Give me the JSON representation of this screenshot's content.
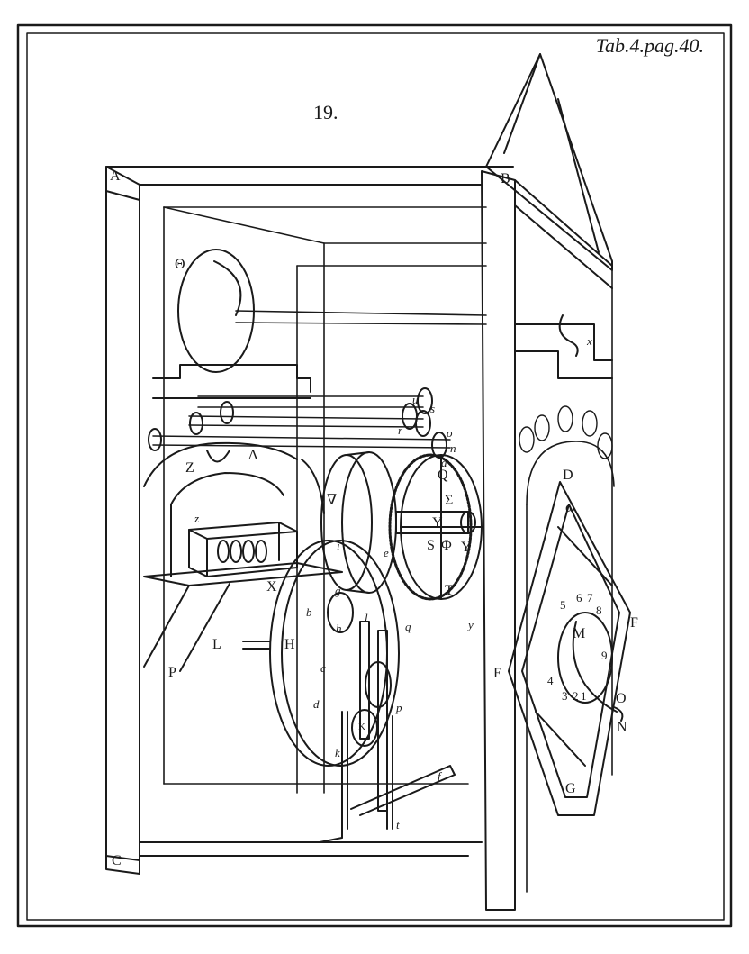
{
  "plate": {
    "reference": "Tab.4.pag.40.",
    "figure_number": "19."
  },
  "labels": {
    "A": "A",
    "B": "B",
    "C": "C",
    "D": "D",
    "E": "E",
    "F": "F",
    "G": "G",
    "H": "H",
    "K": "K",
    "L": "L",
    "M": "M",
    "N": "N",
    "O": "O",
    "P": "P",
    "Q": "Q",
    "S": "S",
    "T": "T",
    "X": "X",
    "Y": "Y",
    "Z": "Z",
    "theta": "Θ",
    "omega": "ω",
    "delta": "Δ",
    "sigma": "Σ",
    "phi": "Φ",
    "upsilon": "Υ",
    "nabla": "∇",
    "x_small": "x",
    "g_small": "g",
    "h_small": "h",
    "k_small": "k",
    "s_small": "s",
    "r_small": "r",
    "n_small": "n",
    "u_small": "u",
    "o_small": "o",
    "p_small": "p",
    "q_small": "q",
    "y_small": "y",
    "e_small": "e",
    "f_small": "f",
    "t_small": "t",
    "c_small": "c",
    "d_small": "d",
    "b_small": "b",
    "a_small": "a",
    "l_small": "l",
    "z_small": "z",
    "i_small": "i",
    "dial_1": "1",
    "dial_2": "2",
    "dial_3": "3",
    "dial_4": "4",
    "dial_5": "5",
    "dial_6": "6",
    "dial_7": "7",
    "dial_8": "8",
    "dial_9": "9"
  },
  "colors": {
    "ink": "#1a1a1a",
    "paper": "#ffffff"
  }
}
